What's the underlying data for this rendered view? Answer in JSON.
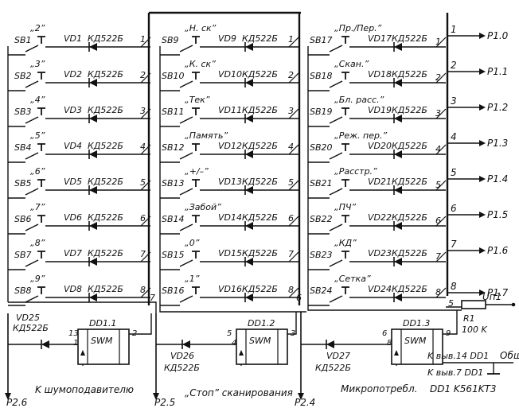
{
  "switch_columns": [
    {
      "rows": [
        {
          "sb": "SB1",
          "key": "„2”",
          "vd": "VD1",
          "diode": "КД522Б",
          "line": "1"
        },
        {
          "sb": "SB2",
          "key": "„3”",
          "vd": "VD2",
          "diode": "КД522Б",
          "line": "2"
        },
        {
          "sb": "SB3",
          "key": "„4”",
          "vd": "VD3",
          "diode": "КД522Б",
          "line": "3"
        },
        {
          "sb": "SB4",
          "key": "„5”",
          "vd": "VD4",
          "diode": "КД522Б",
          "line": "4"
        },
        {
          "sb": "SB5",
          "key": "„6”",
          "vd": "VD5",
          "diode": "КД522Б",
          "line": "5"
        },
        {
          "sb": "SB6",
          "key": "„7”",
          "vd": "VD6",
          "diode": "КД522Б",
          "line": "6"
        },
        {
          "sb": "SB7",
          "key": "„8”",
          "vd": "VD7",
          "diode": "КД522Б",
          "line": "7"
        },
        {
          "sb": "SB8",
          "key": "„9”",
          "vd": "VD8",
          "diode": "КД522Б",
          "line": "8"
        }
      ]
    },
    {
      "rows": [
        {
          "sb": "SB9",
          "key": "„Н. ск”",
          "vd": "VD9",
          "diode": "КД522Б",
          "line": "1"
        },
        {
          "sb": "SB10",
          "key": "„К. ск”",
          "vd": "VD10",
          "diode": "КД522Б",
          "line": "2"
        },
        {
          "sb": "SB11",
          "key": "„Тек”",
          "vd": "VD11",
          "diode": "КД522Б",
          "line": "3"
        },
        {
          "sb": "SB12",
          "key": "„Память”",
          "vd": "VD12",
          "diode": "КД522Б",
          "line": "4"
        },
        {
          "sb": "SB13",
          "key": "„+/–”",
          "vd": "VD13",
          "diode": "КД522Б",
          "line": "5"
        },
        {
          "sb": "SB14",
          "key": "„Забой”",
          "vd": "VD14",
          "diode": "КД522Б",
          "line": "6"
        },
        {
          "sb": "SB15",
          "key": "„0”",
          "vd": "VD15",
          "diode": "КД522Б",
          "line": "7"
        },
        {
          "sb": "SB16",
          "key": "„1”",
          "vd": "VD16",
          "diode": "КД522Б",
          "line": "8"
        }
      ]
    },
    {
      "rows": [
        {
          "sb": "SB17",
          "key": "„Пр./Пер.”",
          "vd": "VD17",
          "diode": "КД522Б",
          "line": "1"
        },
        {
          "sb": "SB18",
          "key": "„Скан.”",
          "vd": "VD18",
          "diode": "КД522Б",
          "line": "2"
        },
        {
          "sb": "SB19",
          "key": "„Бл. расс.”",
          "vd": "VD19",
          "diode": "КД522Б",
          "line": "3"
        },
        {
          "sb": "SB20",
          "key": "„Реж. пер.”",
          "vd": "VD20",
          "diode": "КД522Б",
          "line": "4"
        },
        {
          "sb": "SB21",
          "key": "„Расстр.”",
          "vd": "VD21",
          "diode": "КД522Б",
          "line": "5"
        },
        {
          "sb": "SB22",
          "key": "„ПЧ”",
          "vd": "VD22",
          "diode": "КД522Б",
          "line": "6"
        },
        {
          "sb": "SB23",
          "key": "„КД”",
          "vd": "VD23",
          "diode": "КД522Б",
          "line": "7"
        },
        {
          "sb": "SB24",
          "key": "„Сетка”",
          "vd": "VD24",
          "diode": "КД522Б",
          "line": "8"
        }
      ]
    }
  ],
  "bus_lines": [
    "1",
    "2",
    "3",
    "4",
    "5",
    "6",
    "7",
    "8"
  ],
  "ports": [
    "P1.0",
    "P1.1",
    "P1.2",
    "P1.3",
    "P1.4",
    "P1.5",
    "P1.6",
    "P1.7"
  ],
  "chips": [
    {
      "ref": "DD1.1",
      "label": "SWM",
      "pin_in": "1",
      "pin_mid": "13",
      "pin_out": "2"
    },
    {
      "ref": "DD1.2",
      "label": "SWM",
      "pin_in": "4",
      "pin_mid": "5",
      "pin_out": "3"
    },
    {
      "ref": "DD1.3",
      "label": "SWM",
      "pin_in": "8",
      "pin_mid": "6",
      "pin_out": "9"
    }
  ],
  "aux_diodes": [
    {
      "ref": "VD25",
      "type": "КД522Б"
    },
    {
      "ref": "VD26",
      "type": "КД522Б"
    },
    {
      "ref": "VD27",
      "type": "КД522Б"
    }
  ],
  "feed_numbers": {
    "col1": "7",
    "col2": "6",
    "col3": "5"
  },
  "resistor": {
    "ref": "R1",
    "value": "100 K"
  },
  "supply_label": "Uп1",
  "common_label": "Общ",
  "pin_note_14": "K выв.14 DD1",
  "pin_note_7": "K выв.7 DD1",
  "bottom_labels": {
    "p26": "P2.6",
    "noise": "K шумоподавителю",
    "p25": "P2.5",
    "stop": "„Стоп” сканирования",
    "p24": "P2.4",
    "micro": "Микропотребл.",
    "chip_note": "DD1  K561KT3"
  }
}
